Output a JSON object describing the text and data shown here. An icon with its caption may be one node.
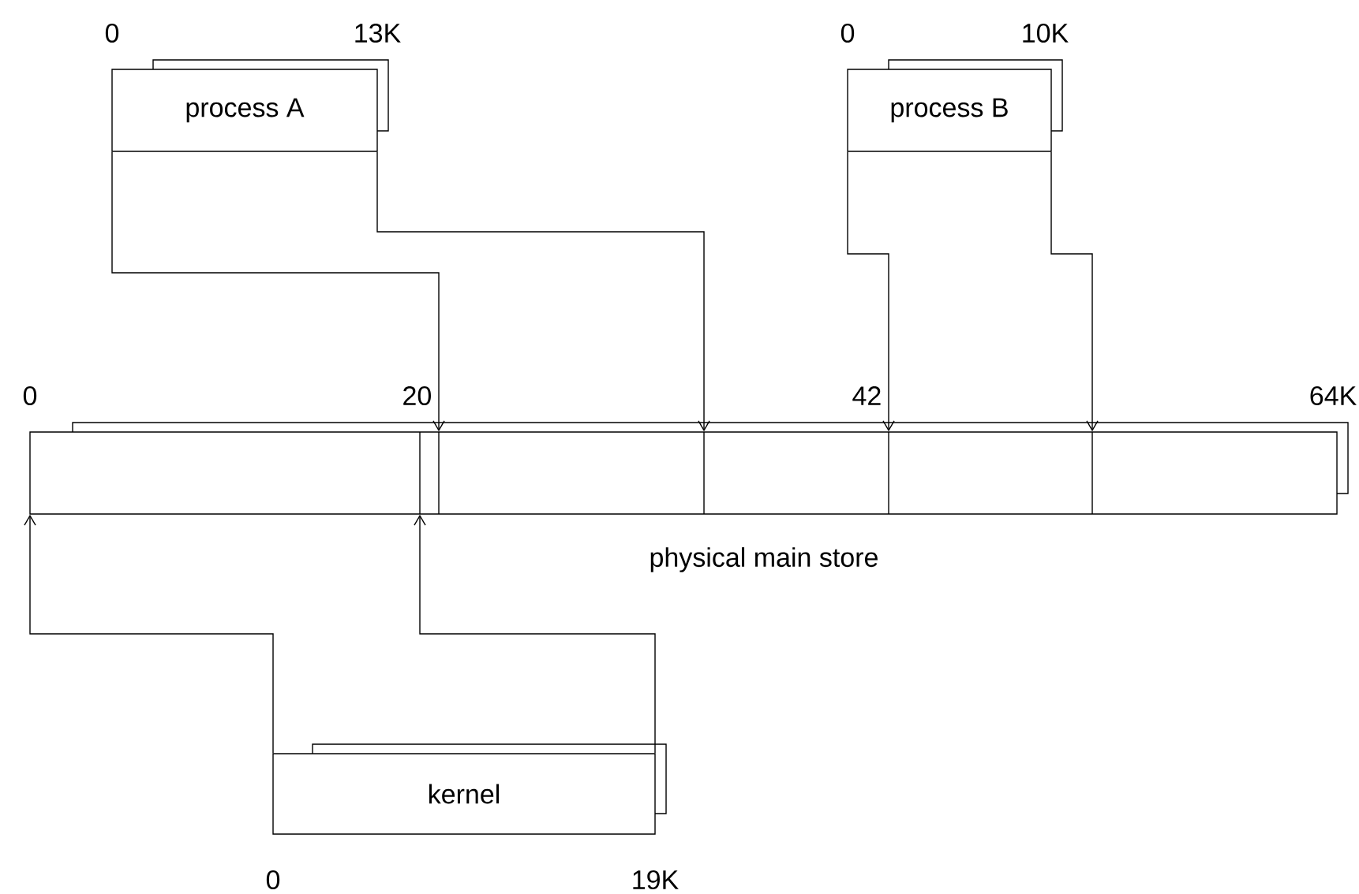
{
  "diagram": {
    "nodes": [
      {
        "text": [
          "process A"
        ],
        "beside": [
          "0",
          "13K"
        ]
      },
      {
        "text": [
          "process B"
        ],
        "beside": [
          "0",
          "10K"
        ]
      },
      {
        "text": [
          "physical main store"
        ],
        "beside": [
          "0",
          "20",
          "42",
          "64K"
        ]
      },
      {
        "text": [
          "kernel"
        ],
        "beside": [
          "0",
          "19K"
        ]
      }
    ],
    "edges": [
      {
        "from": 0,
        "to": 2,
        "arrow": "to"
      },
      {
        "from": 0,
        "to": 2,
        "arrow": "to"
      },
      {
        "from": 1,
        "to": 2,
        "arrow": "to"
      },
      {
        "from": 1,
        "to": 2,
        "arrow": "to"
      },
      {
        "from": 3,
        "to": 2,
        "arrow": "to"
      },
      {
        "from": 3,
        "to": 2,
        "arrow": "to"
      }
    ]
  }
}
